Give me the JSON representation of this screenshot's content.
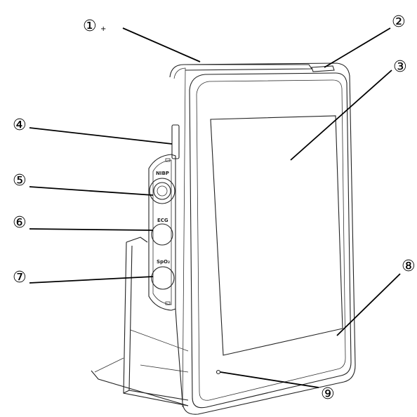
{
  "diagram": {
    "callouts": [
      {
        "id": "1",
        "label": "①"
      },
      {
        "id": "2",
        "label": "②"
      },
      {
        "id": "3",
        "label": "③"
      },
      {
        "id": "4",
        "label": "④"
      },
      {
        "id": "5",
        "label": "⑤"
      },
      {
        "id": "6",
        "label": "⑥"
      },
      {
        "id": "7",
        "label": "⑦"
      },
      {
        "id": "8",
        "label": "⑧"
      },
      {
        "id": "9",
        "label": "⑨"
      }
    ],
    "callout_1_suffix": "+",
    "ports": {
      "nibp": "NIBP",
      "ecg": "ECG",
      "spo2": "SpO₂"
    }
  }
}
